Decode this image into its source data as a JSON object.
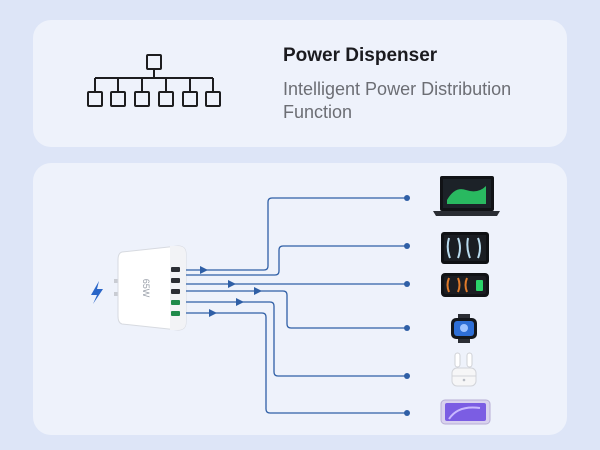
{
  "header": {
    "title": "Power Dispenser",
    "subtitle": "Intelligent Power Distribution Function"
  },
  "icons": {
    "distribution": "hierarchy-tree-icon",
    "charge": "lightning-bolt-icon"
  },
  "charger": {
    "label": "65W"
  },
  "devices": [
    {
      "name": "laptop-icon"
    },
    {
      "name": "tablet-icon"
    },
    {
      "name": "phone-icon"
    },
    {
      "name": "smartwatch-icon"
    },
    {
      "name": "earbuds-icon"
    },
    {
      "name": "handheld-device-icon"
    }
  ],
  "colors": {
    "background": "#dde5f7",
    "card": "#eef2fb",
    "line": "#2f5fa6",
    "bolt": "#2a66c8"
  }
}
